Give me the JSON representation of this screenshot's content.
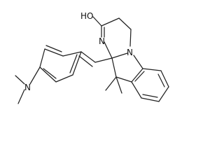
{
  "structure": {
    "atoms": {
      "hydroxyl_o": "O",
      "hydroxyl_h": "H",
      "ring_n_upper": "N",
      "ring_n_lower": "N",
      "dimethylamino_n": "N"
    }
  }
}
